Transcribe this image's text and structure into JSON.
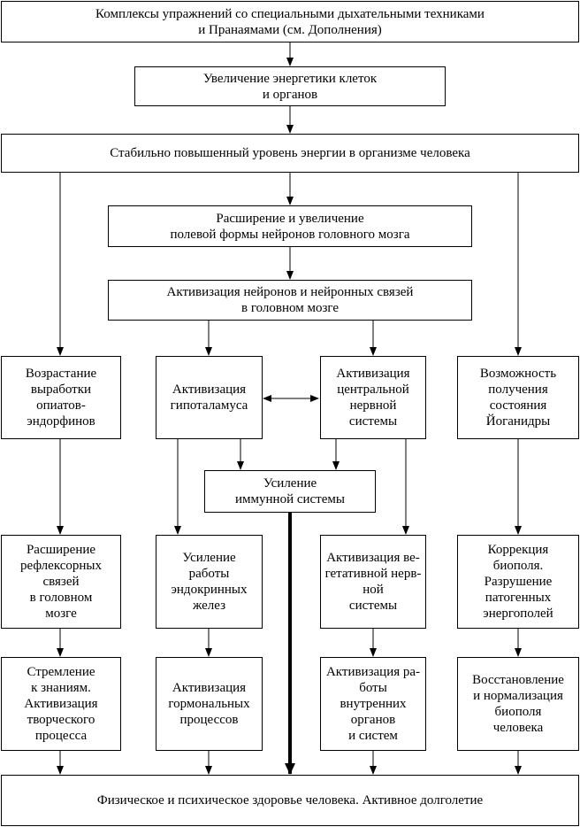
{
  "diagram": {
    "nodes": {
      "complexes": "Комплексы упражнений со специальными дыхательными техниками\nи Пранаямами (см. Дополнения)",
      "energetics": "Увеличение энергетики клеток\nи органов",
      "energy_level": "Стабильно повышенный уровень энергии в организме человека",
      "field_form": "Расширение и увеличение\nполевой формы нейронов головного мозга",
      "neuron_activation": "Активизация нейронов и нейронных связей\nв головном мозге",
      "opiates": "Возрастание\nвыработки\nопиатов-\nэндорфинов",
      "hypothalamus": "Активизация\nгипоталамуса",
      "cns": "Активизация\nцентральной\nнервной\nсистемы",
      "yoganidra": "Возможность\nполучения\nсостояния\nЙоганидры",
      "immune": "Усиление\nиммунной системы",
      "reflex": "Расширение\nрефлексорных\nсвязей\nв головном\nмозге",
      "endocrine": "Усиление\nработы\nэндокринных\nжелез",
      "vegetative": "Активизация ве-\nгетативной нерв-\nной\nсистемы",
      "biofield_correction": "Коррекция\nбиополя.\nРазрушение\nпатогенных\nэнергополей",
      "knowledge": "Стремление\nк знаниям.\nАктивизация\nтворческого\nпроцесса",
      "hormonal": "Активизация\nгормональных\nпроцессов",
      "organs": "Активизация ра-\nботы\nвнутренних\nорганов\nи систем",
      "biofield_restore": "Восстановление\nи нормализация\nбиополя\nчеловека",
      "health": "Физическое и психическое здоровье человека. Активное долголетие"
    }
  }
}
